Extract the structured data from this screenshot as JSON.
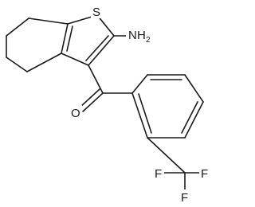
{
  "molecule": {
    "atoms": {
      "sulfur": "S",
      "amino_n": "N",
      "amino_h": "H",
      "amino_h_count": "2",
      "oxygen": "O",
      "fluorine_1": "F",
      "fluorine_2": "F",
      "fluorine_3": "F"
    },
    "colors": {
      "bond": "#1a1a1a",
      "text": "#1a1a1a",
      "background": "#ffffff"
    }
  }
}
